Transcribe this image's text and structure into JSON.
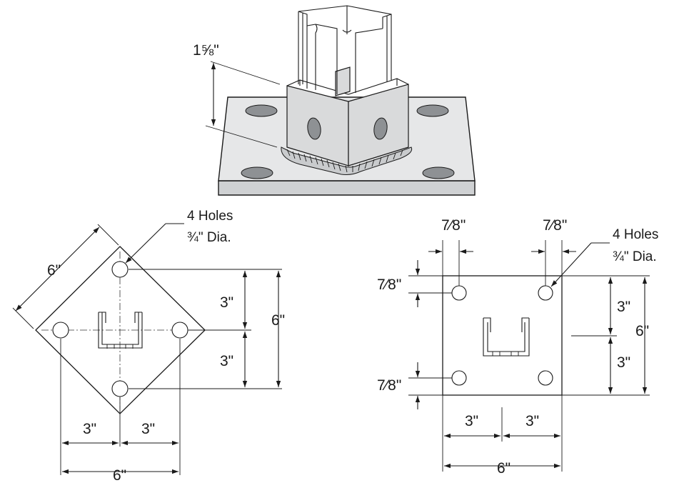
{
  "isometric_view": {
    "thickness_dim": "1⅝\""
  },
  "diamond_view": {
    "side_dim": "6\"",
    "holes_callout": {
      "line1": "4 Holes",
      "line2": "¾\" Dia."
    },
    "right_upper_dim": "3\"",
    "right_lower_dim": "3\"",
    "right_total_dim": "6\"",
    "bottom_left_dim": "3\"",
    "bottom_right_dim": "3\"",
    "bottom_total_dim": "6\""
  },
  "square_view": {
    "top_left_edge_dim": "7⁄8\"",
    "top_right_edge_dim": "7⁄8\"",
    "left_top_edge_dim": "7⁄8\"",
    "left_bottom_edge_dim": "7⁄8\"",
    "holes_callout": {
      "line1": "4 Holes",
      "line2": "¾\" Dia."
    },
    "right_upper_dim": "3\"",
    "right_lower_dim": "3\"",
    "right_total_dim": "6\"",
    "bottom_left_dim": "3\"",
    "bottom_right_dim": "3\"",
    "bottom_total_dim": "6\""
  }
}
